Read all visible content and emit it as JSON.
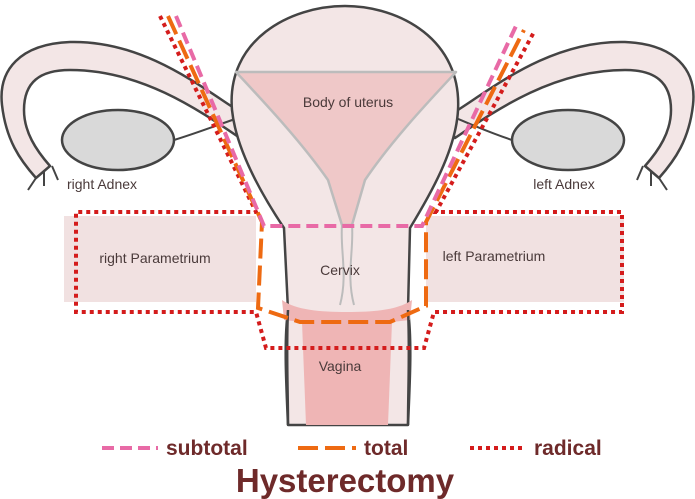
{
  "labels": {
    "body_of_uterus": "Body of uterus",
    "right_adnex": "right Adnex",
    "left_adnex": "left Adnex",
    "right_parametrium": "right Parametrium",
    "left_parametrium": "left Parametrium",
    "cervix": "Cervix",
    "vagina": "Vagina"
  },
  "legend": {
    "subtotal": "subtotal",
    "total": "total",
    "radical": "radical"
  },
  "title": "Hysterectomy",
  "colors": {
    "subtotal": "#e86aa6",
    "total": "#ee6a12",
    "radical": "#d41c1c",
    "tissue": "#f3e6e6",
    "parametrium": "#f1e1e1",
    "cavity": "#efc8c8",
    "vagina": "#efb5b5",
    "outline": "#444444",
    "ovary": "#d9d9d9",
    "text": "#6e2a2a"
  }
}
